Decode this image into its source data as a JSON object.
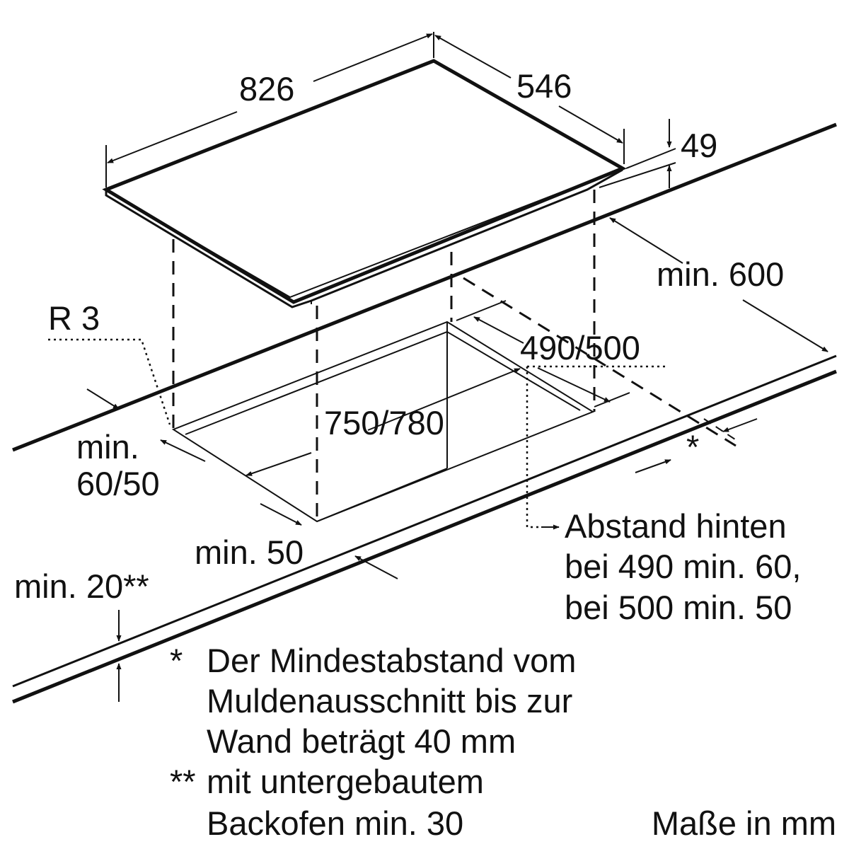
{
  "dimensions": {
    "width": "826",
    "depth": "546",
    "height": "49",
    "min_depth_counter": "min. 600",
    "cutout_depth": "490/500",
    "cutout_width": "750/780",
    "radius": "R 3",
    "min_side_line1": "min.",
    "min_side_line2": "60/50",
    "min_front": "min. 50",
    "min_rear_marker": "*",
    "min_bottom": "min. 20**"
  },
  "rear_note": [
    "Abstand hinten",
    "bei 490 min. 60,",
    "bei 500 min. 50"
  ],
  "footnotes": {
    "single_mark": "*",
    "single_lines": [
      "Der Mindestabstand vom",
      "Muldenausschnitt bis zur",
      "Wand beträgt 40 mm"
    ],
    "double_mark": "**",
    "double_lines": [
      "mit untergebautem",
      "Backofen min. 30"
    ]
  },
  "units_note": "Maße in mm",
  "colors": {
    "ink": "#111111",
    "background": "#ffffff"
  }
}
